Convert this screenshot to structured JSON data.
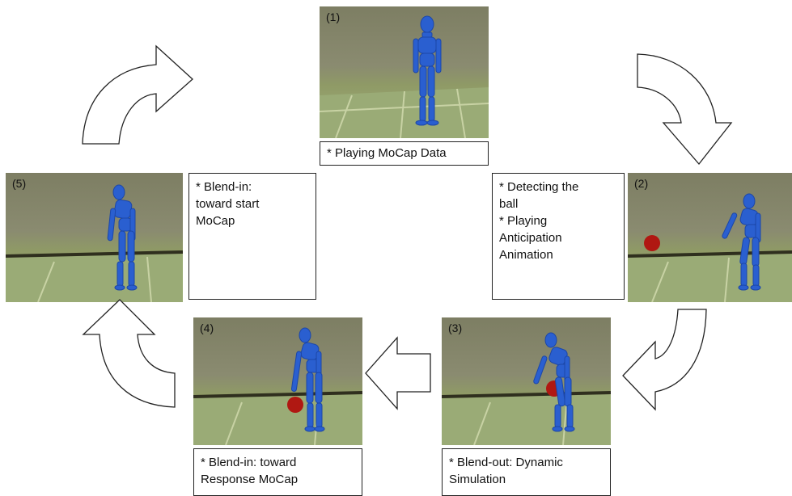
{
  "panels": [
    {
      "id": "1",
      "label": "(1)"
    },
    {
      "id": "2",
      "label": "(2)"
    },
    {
      "id": "3",
      "label": "(3)"
    },
    {
      "id": "4",
      "label": "(4)"
    },
    {
      "id": "5",
      "label": "(5)"
    }
  ],
  "captions": {
    "step1": [
      "* Playing MoCap Data"
    ],
    "step2": [
      "* Detecting the",
      "ball",
      "* Playing",
      "Anticipation",
      "Animation"
    ],
    "step3": [
      "* Blend-out: Dynamic",
      "Simulation"
    ],
    "step4": [
      "* Blend-in: toward",
      "Response MoCap"
    ],
    "step5": [
      "* Blend-in:",
      "toward start",
      "MoCap"
    ]
  },
  "colors": {
    "figure": "#2a5fd0",
    "ball": "#b01812",
    "wall": "#7f8066",
    "floor": "#9fb079"
  },
  "arrows": [
    "curved-arrow-1-to-2",
    "curved-arrow-2-to-3",
    "arrow-3-to-4",
    "curved-arrow-4-to-5",
    "curved-arrow-5-to-1"
  ]
}
